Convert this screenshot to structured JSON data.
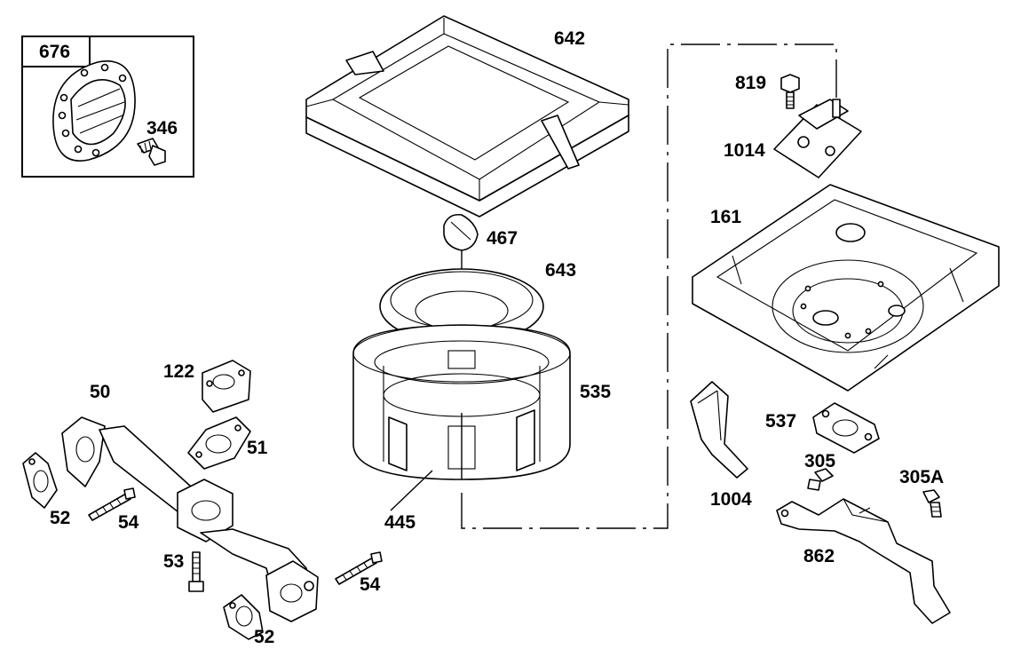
{
  "callouts": {
    "c676": "676",
    "c346": "346",
    "c642": "642",
    "c819": "819",
    "c1014": "1014",
    "c161": "161",
    "c467": "467",
    "c643": "643",
    "c122": "122",
    "c50": "50",
    "c51": "51",
    "c535": "535",
    "c537": "537",
    "c305": "305",
    "c305A": "305A",
    "c52a": "52",
    "c54a": "54",
    "c1004": "1004",
    "c445": "445",
    "c862": "862",
    "c53": "53",
    "c54b": "54",
    "c52b": "52"
  }
}
